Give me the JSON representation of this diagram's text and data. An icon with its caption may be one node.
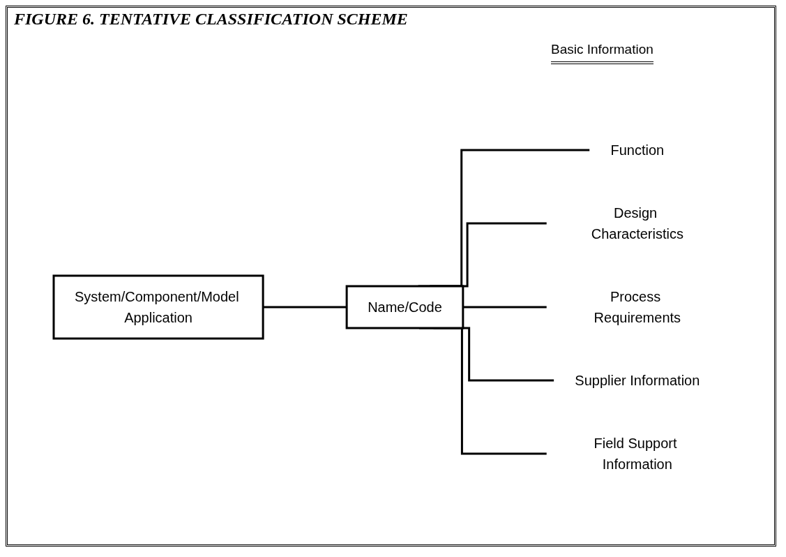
{
  "diagram": {
    "title": "FIGURE 6. TENTATIVE CLASSIFICATION SCHEME",
    "nodes": [
      {
        "text": [
          "System/Component/Model Application"
        ]
      },
      {
        "text": [
          "Name/Code"
        ]
      },
      {
        "text": [
          "Function"
        ]
      },
      {
        "text": [
          "Design Characteristics"
        ]
      },
      {
        "text": [
          "Process Requirements"
        ]
      },
      {
        "text": [
          "Supplier Information"
        ]
      },
      {
        "text": [
          "Field Support Information"
        ]
      }
    ],
    "edges": [
      {
        "from": 0,
        "to": 1,
        "arrow": "none"
      },
      {
        "from": 1,
        "to": 2,
        "arrow": "none"
      },
      {
        "from": 1,
        "to": 3,
        "arrow": "none"
      },
      {
        "from": 1,
        "to": 4,
        "arrow": "none"
      },
      {
        "from": 1,
        "to": 5,
        "arrow": "none"
      },
      {
        "from": 1,
        "to": 6,
        "arrow": "none"
      }
    ],
    "labels": [
      "Basic Information"
    ]
  }
}
